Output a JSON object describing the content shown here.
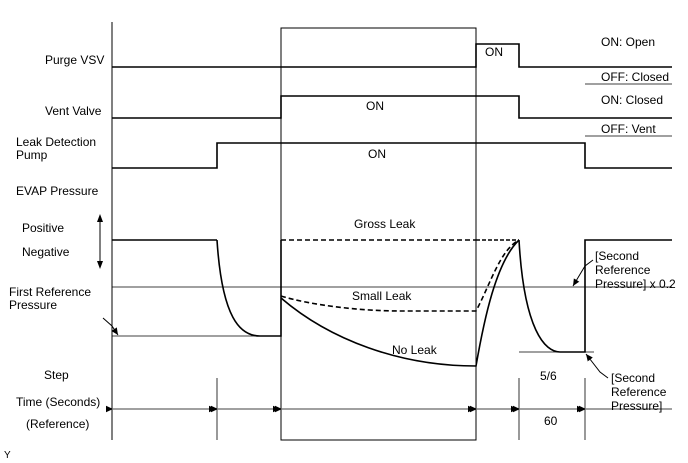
{
  "signals": {
    "purge_vsv": "Purge VSV",
    "vent_valve": "Vent Valve",
    "leak_pump_line1": "Leak Detection",
    "leak_pump_line2": "Pump",
    "evap_pressure": "EVAP Pressure",
    "positive": "Positive",
    "negative": "Negative",
    "first_ref_line1": "First Reference",
    "first_ref_line2": "Pressure",
    "step": "Step",
    "time": "Time (Seconds)",
    "reference": "(Reference)"
  },
  "states": {
    "on": "ON",
    "on_open": "ON: Open",
    "off_closed": "OFF: Closed",
    "on_closed": "ON: Closed",
    "off_vent": "OFF: Vent"
  },
  "curves": {
    "gross_leak": "Gross Leak",
    "small_leak": "Small Leak",
    "no_leak": "No Leak"
  },
  "annotations": {
    "second_ref_02_line1": "[Second",
    "second_ref_02_line2": "Reference",
    "second_ref_02_line3": "Pressure] x 0.2",
    "second_ref_line1": "[Second",
    "second_ref_line2": "Reference",
    "second_ref_line3": "Pressure]"
  },
  "steps": {
    "step_56": "5/6"
  },
  "times": {
    "t_60": "60"
  },
  "corner_mark": "Y"
}
